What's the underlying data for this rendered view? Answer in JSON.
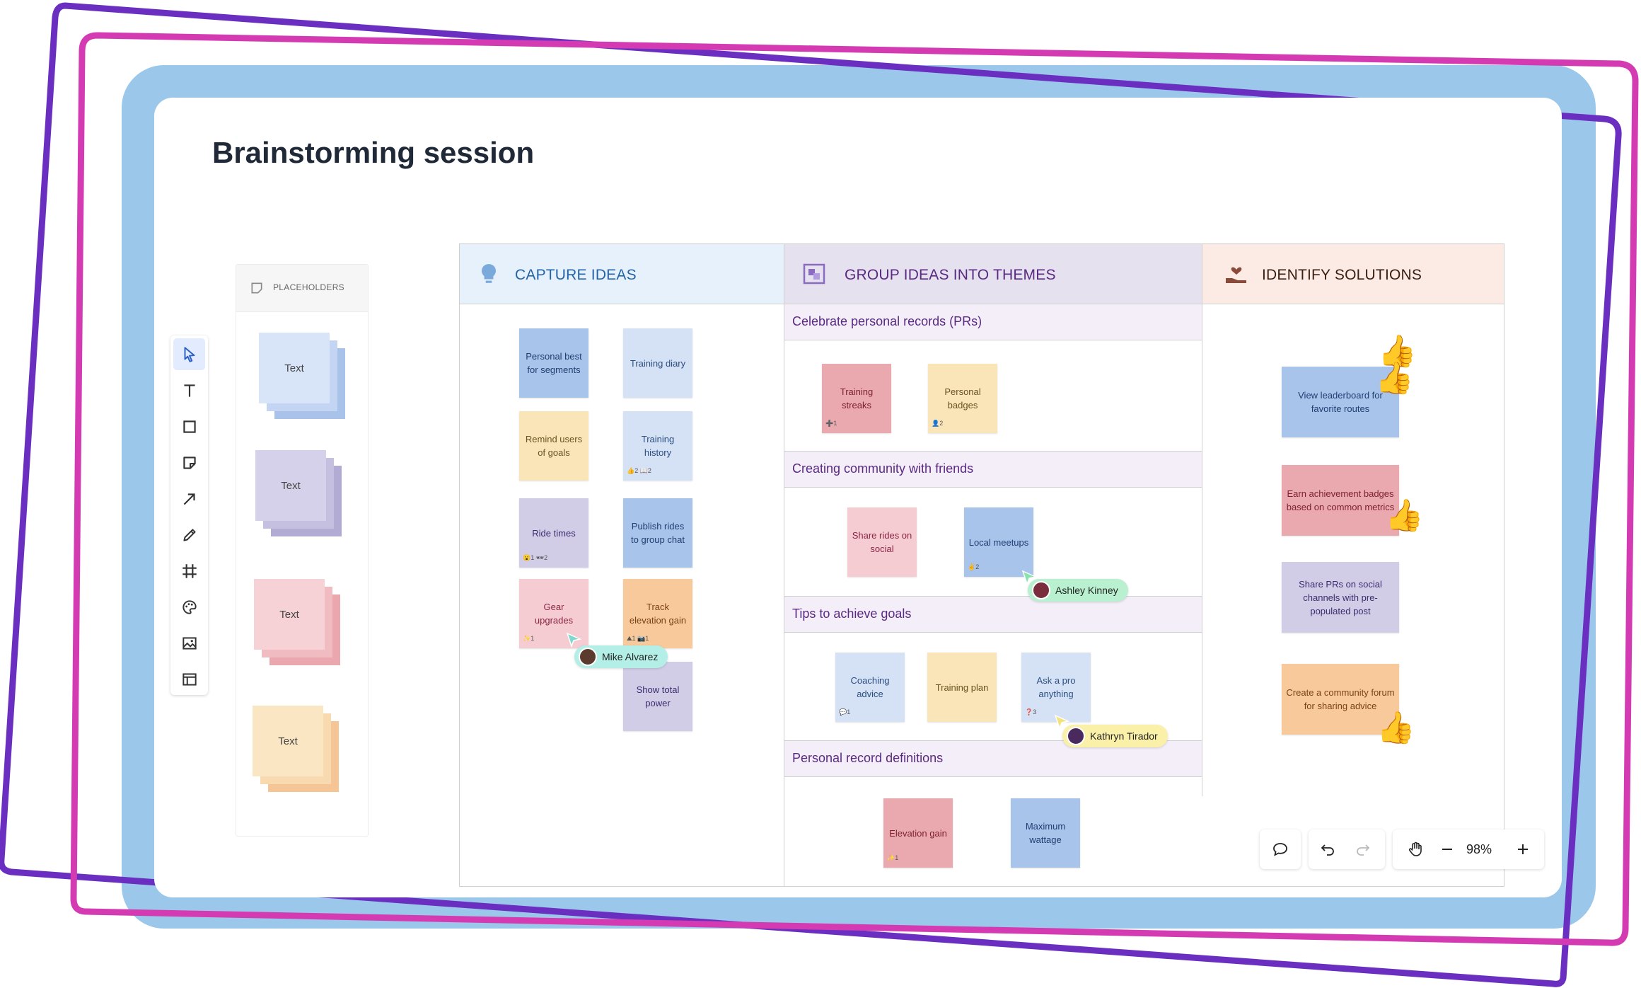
{
  "title": "Brainstorming session",
  "colors": {
    "frame_blue": "#9bc8ea",
    "frame_purple": "#6a2fc0",
    "frame_magenta": "#d43bb3"
  },
  "toolbar": {
    "tools": [
      "select-icon",
      "text-icon",
      "shape-icon",
      "sticky-note-icon",
      "arrow-icon",
      "pen-icon",
      "frame-icon",
      "palette-icon",
      "image-icon",
      "template-icon"
    ]
  },
  "placeholders": {
    "header": "PLACEHOLDERS",
    "items": [
      {
        "label": "Text",
        "color": "lblue"
      },
      {
        "label": "Text",
        "color": "purple"
      },
      {
        "label": "Text",
        "color": "pink"
      },
      {
        "label": "Text",
        "color": "yellow"
      }
    ]
  },
  "columns": [
    {
      "title": "CAPTURE IDEAS",
      "icon": "lightbulb-icon",
      "color": "#2464a8",
      "bg": "#e7f1fb"
    },
    {
      "title": "GROUP IDEAS INTO THEMES",
      "icon": "group-icon",
      "color": "#5a2a82",
      "bg": "#e5e1ee"
    },
    {
      "title": "IDENTIFY SOLUTIONS",
      "icon": "heart-hand-icon",
      "color": "#3a1e11",
      "bg": "#fbebe4"
    }
  ],
  "capture_notes": [
    {
      "text": "Personal best for segments",
      "badge": ""
    },
    {
      "text": "Training diary",
      "badge": ""
    },
    {
      "text": "Remind users of goals",
      "badge": ""
    },
    {
      "text": "Training history",
      "badge": "👍2  📖2"
    },
    {
      "text": "Ride times",
      "badge": "😮1  🕶2"
    },
    {
      "text": "Publish rides to group chat",
      "badge": ""
    },
    {
      "text": "Gear upgrades",
      "badge": "✨1"
    },
    {
      "text": "Track elevation gain",
      "badge": "⛰1  📷1"
    },
    {
      "text": "Show total power",
      "badge": ""
    }
  ],
  "themes": [
    {
      "title": "Celebrate personal records (PRs)",
      "notes": [
        {
          "text": "Training streaks",
          "badge": "➕1"
        },
        {
          "text": "Personal badges",
          "badge": "👤2"
        }
      ]
    },
    {
      "title": "Creating community with friends",
      "notes": [
        {
          "text": "Share rides on social",
          "badge": ""
        },
        {
          "text": "Local meetups",
          "badge": "✌2"
        }
      ]
    },
    {
      "title": "Tips to achieve goals",
      "notes": [
        {
          "text": "Coaching advice",
          "badge": "💬1"
        },
        {
          "text": "Training plan",
          "badge": ""
        },
        {
          "text": "Ask a pro anything",
          "badge": "❓3"
        }
      ]
    },
    {
      "title": "Personal record definitions",
      "notes": [
        {
          "text": "Elevation gain",
          "badge": "✨1"
        },
        {
          "text": "Maximum wattage",
          "badge": ""
        }
      ]
    }
  ],
  "solution_notes": [
    {
      "text": "View leaderboard for favorite routes"
    },
    {
      "text": "Earn achievement badges based on common metrics"
    },
    {
      "text": "Share PRs on social channels with pre-populated post"
    },
    {
      "text": "Create a community forum for sharing advice"
    }
  ],
  "collaborators": [
    {
      "name": "Mike Alvarez",
      "color": "#b3efe6"
    },
    {
      "name": "Ashley Kinney",
      "color": "#b9f0d0"
    },
    {
      "name": "Kathryn Tirador",
      "color": "#fbf0a8"
    }
  ],
  "bottom_bar": {
    "zoom": "98%"
  }
}
